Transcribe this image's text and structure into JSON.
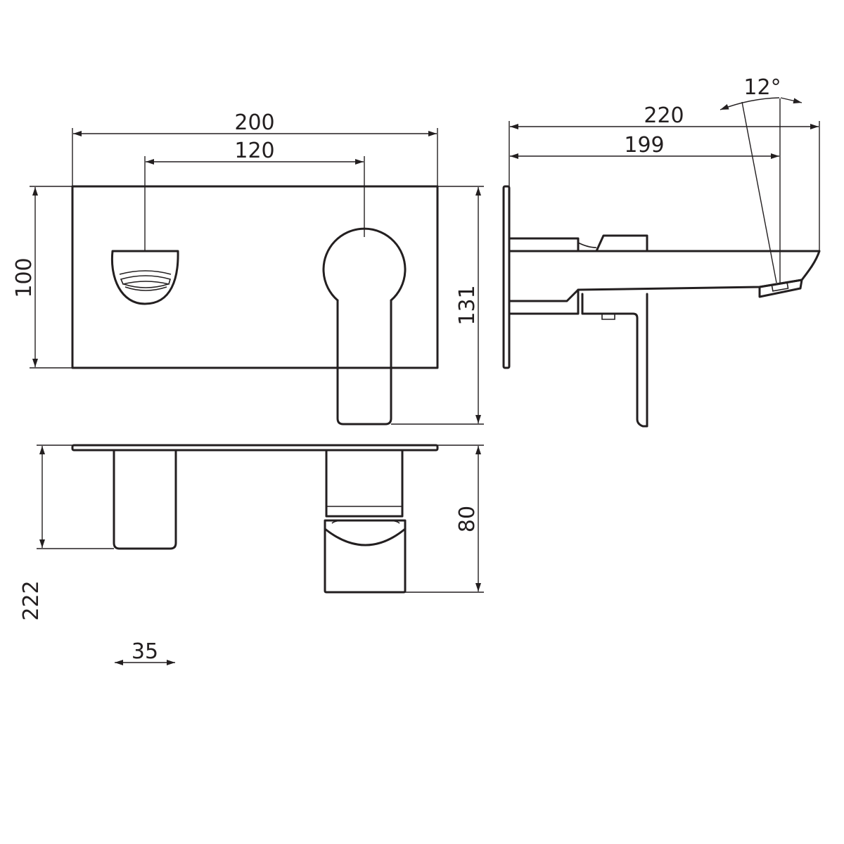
{
  "colors": {
    "line": "#231f20",
    "background": "#ffffff"
  },
  "dimensions": {
    "overall_width": "200",
    "center_spacing": "120",
    "plate_height": "100",
    "height_with_handle": "131",
    "spout_projection": "220",
    "spout_reach": "199",
    "spout_angle": "12°",
    "handle_depth": "80",
    "spout_length": "222",
    "spout_width": "35"
  }
}
